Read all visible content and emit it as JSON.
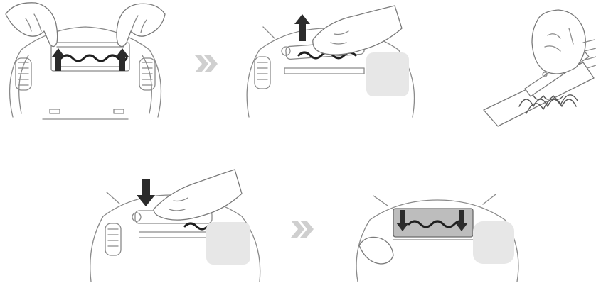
{
  "steps": [
    {
      "id": 1,
      "action": "release-brush-clips"
    },
    {
      "id": 2,
      "action": "lift-brush-out"
    },
    {
      "id": 3,
      "action": "cut-tangled-hair"
    },
    {
      "id": 4,
      "action": "reinsert-brush"
    },
    {
      "id": 5,
      "action": "press-brush-cover-down"
    }
  ],
  "icons": [
    "double-chevron-right-icon",
    "arrow-up-icon",
    "arrow-down-icon",
    "scissors-icon"
  ],
  "colors": {
    "line": "#8a8a8a",
    "arrow": "#2b2b2b",
    "brush": "#1f1f1f",
    "chevron": "#cfcfcf"
  }
}
